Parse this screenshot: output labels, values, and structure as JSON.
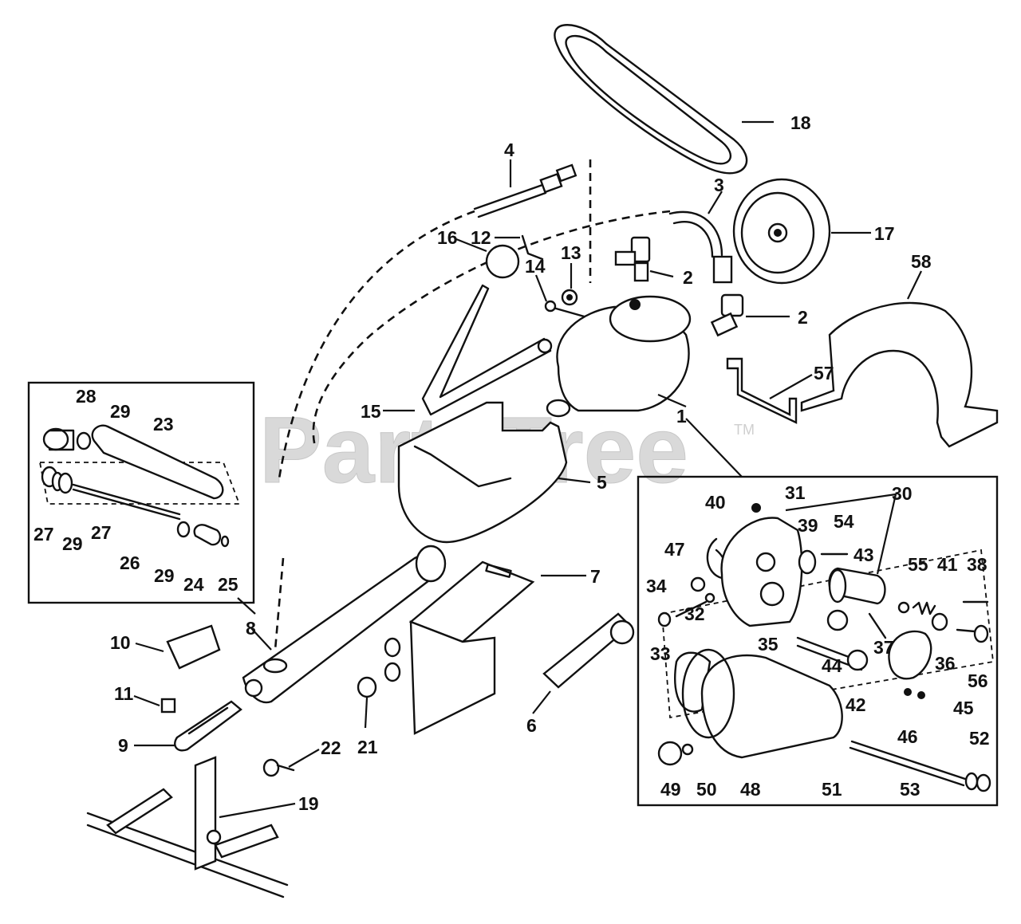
{
  "watermark": {
    "text": "PartsTree",
    "mark": "TM"
  },
  "callouts": {
    "c1": "1",
    "c2a": "2",
    "c2b": "2",
    "c3": "3",
    "c4": "4",
    "c5": "5",
    "c6": "6",
    "c7": "7",
    "c8": "8",
    "c9": "9",
    "c10": "10",
    "c11": "11",
    "c12": "12",
    "c13": "13",
    "c14": "14",
    "c15": "15",
    "c16": "16",
    "c17": "17",
    "c18": "18",
    "c19": "19",
    "c21": "21",
    "c22": "22",
    "c23": "23",
    "c24": "24",
    "c25": "25",
    "c26": "26",
    "c27a": "27",
    "c27b": "27",
    "c28": "28",
    "c29a": "29",
    "c29b": "29",
    "c29c": "29",
    "c30": "30",
    "c31": "31",
    "c32": "32",
    "c33": "33",
    "c34": "34",
    "c35": "35",
    "c36": "36",
    "c37": "37",
    "c38": "38",
    "c39": "39",
    "c40": "40",
    "c41": "41",
    "c42": "42",
    "c43": "43",
    "c44": "44",
    "c45": "45",
    "c46": "46",
    "c47": "47",
    "c48": "48",
    "c49": "49",
    "c50": "50",
    "c51": "51",
    "c52": "52",
    "c53": "53",
    "c54": "54",
    "c55": "55",
    "c56": "56",
    "c57": "57",
    "c58": "58"
  }
}
